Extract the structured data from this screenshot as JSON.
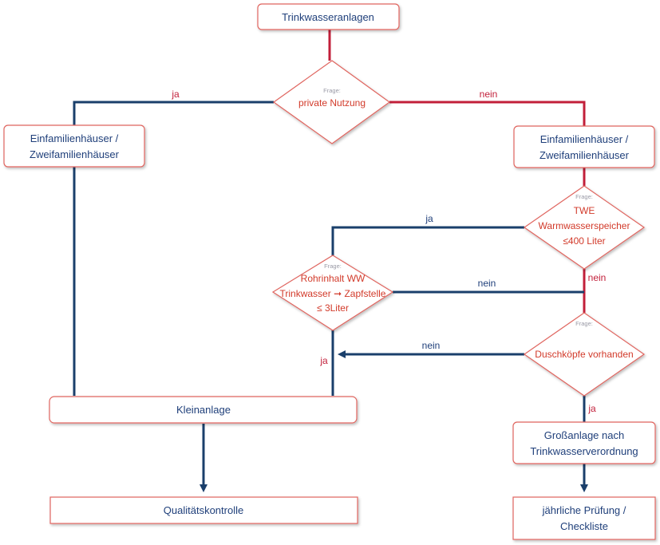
{
  "colors": {
    "blue_line": "#1a3f6b",
    "red_line": "#c21f3a",
    "box_border": "#e0655f",
    "box_text": "#1f3f7a",
    "question_text": "#d23a2a"
  },
  "nodes": {
    "trinkwasseranlagen": "Trinkwasseranlagen",
    "q_private": {
      "tag": "Frage:",
      "text": "private Nutzung"
    },
    "efh_left": {
      "line1": "Einfamilienhäuser /",
      "line2": "Zweifamilienhäuser"
    },
    "efh_right": {
      "line1": "Einfamilienhäuser /",
      "line2": "Zweifamilienhäuser"
    },
    "q_twe": {
      "tag": "Frage:",
      "line1": "TWE",
      "line2": "Warmwasserspeicher",
      "line3": "≤400 Liter"
    },
    "q_rohr": {
      "tag": "Frage:",
      "line1": "Rohrinhalt  WW",
      "line2": "Trinkwasser ➞ Zapfstelle",
      "line3": "≤ 3Liter"
    },
    "q_dusch": {
      "tag": "Frage:",
      "text": "Duschköpfe vorhanden"
    },
    "kleinanlage": "Kleinanlage",
    "grossanlage": {
      "line1": "Großanlage nach",
      "line2": "Trinkwasserverordnung"
    },
    "qualitaet": "Qualitätskontrolle",
    "pruefung": {
      "line1": "jährliche Prüfung /",
      "line2": "Checkliste"
    }
  },
  "labels": {
    "ja_private": "ja",
    "nein_private": "nein",
    "ja_twe": "ja",
    "nein_twe": "nein",
    "nein_rohr": "nein",
    "ja_rohr": "ja",
    "nein_dusch": "nein",
    "ja_dusch": "ja"
  }
}
